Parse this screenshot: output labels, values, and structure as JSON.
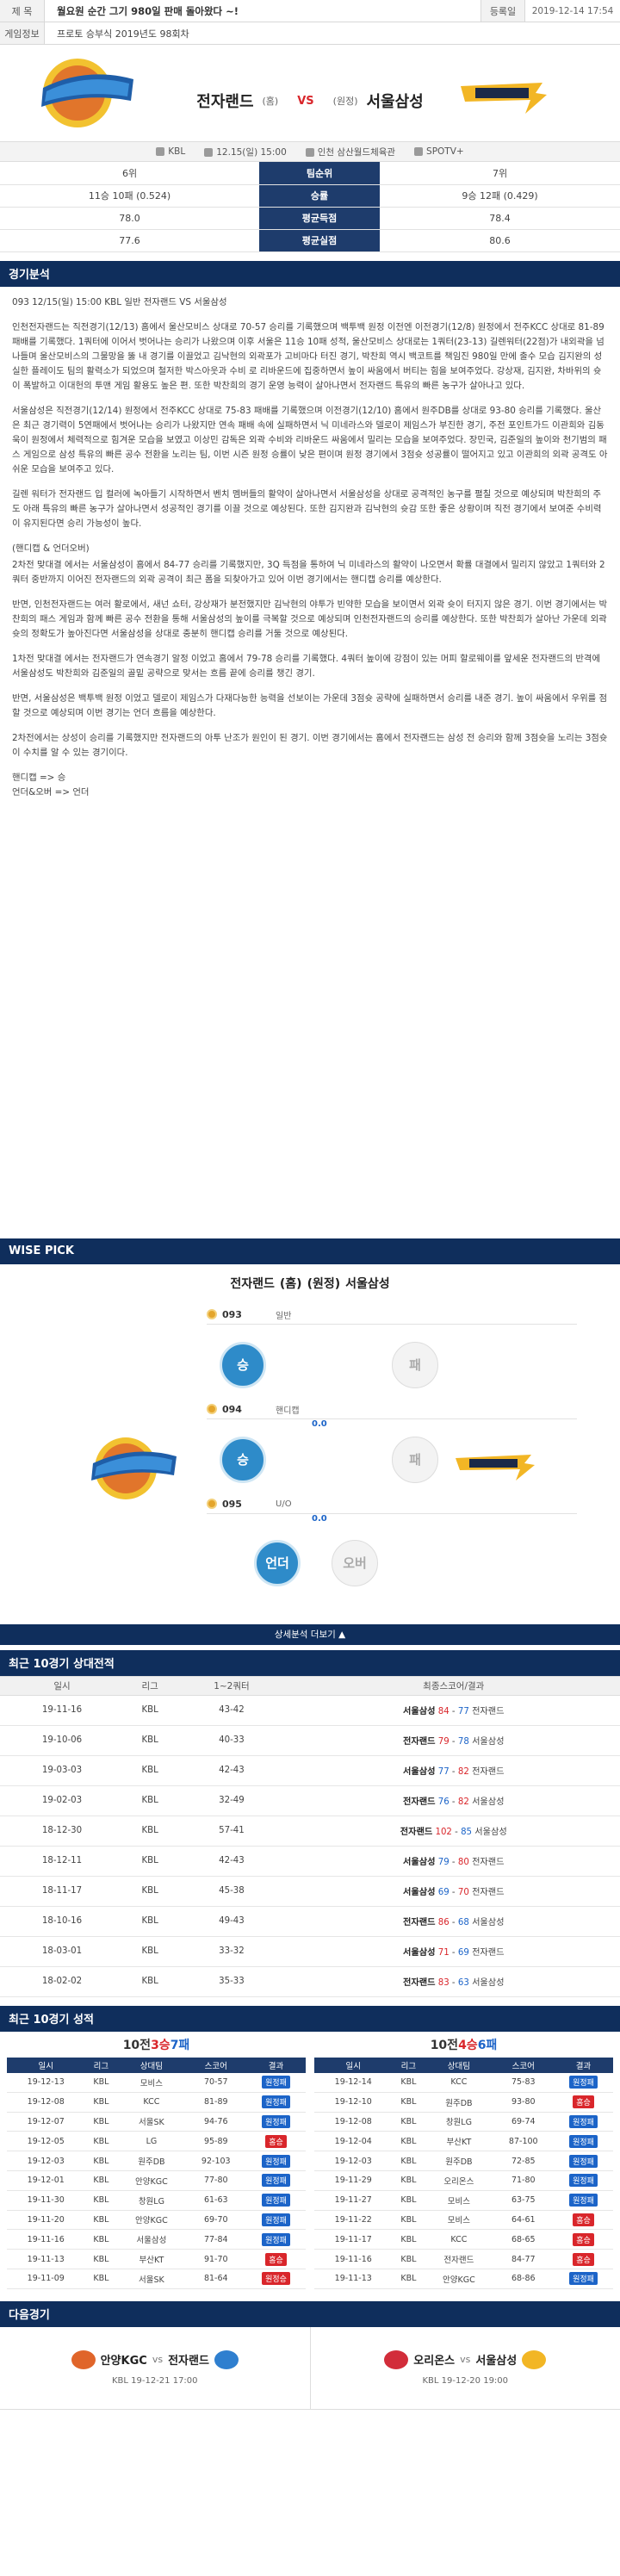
{
  "header": {
    "subject_label": "제 목",
    "subject": "월요원 순간 그기 980일 판매 돌아왔다 ~!",
    "reg_label": "등록일",
    "reg_date": "2019-12-14 17:54",
    "info_label": "게임정보",
    "info": "프로토 승부식 2019년도 98회차"
  },
  "matchup": {
    "home": "전자랜드",
    "home_tag": "(홈)",
    "vs": "VS",
    "away_tag": "(원정)",
    "away": "서울삼성",
    "league": "KBL",
    "datetime": "12.15(일) 15:00",
    "venue": "인천 삼산월드체육관",
    "tv": "SPOTV+"
  },
  "stats": [
    {
      "home": "6위",
      "label": "팀순위",
      "away": "7위"
    },
    {
      "home": "11승 10패 (0.524)",
      "label": "승률",
      "away": "9승 12패 (0.429)"
    },
    {
      "home": "78.0",
      "label": "평균득점",
      "away": "78.4"
    },
    {
      "home": "77.6",
      "label": "평균실점",
      "away": "80.6"
    }
  ],
  "sections": {
    "analysis": "경기분석",
    "wise": "WISE PICK",
    "h2h": "최근 10경기 상대전적",
    "form": "최근 10경기 성적",
    "next": "다음경기"
  },
  "analysis": {
    "title": "093 12/15(일) 15:00 KBL 일반 전자랜드 VS 서울삼성",
    "p1": "인천전자랜드는 직전경기(12/13) 홈에서 울산모비스 상대로 70-57 승리를 기록했으며 백투백 원정 이전엔 이전경기(12/8) 원정에서 전주KCC 상대로 81-89 패배를 기록했다. 1쿼터에 이어서 벗어나는 승리가 나왔으며 이후 서울은 11승 10패 성적, 울산모비스 상대로는 1쿼터(23-13) 길렌워터(22점)가 내외곽을 넘나들며 울산모비스의 그물망을 뚫 내 경기를 이끌었고 김낙현의 외곽포가 고비마다 터진 경기, 박찬희 역시 백코트를 책임진 980일 만에 출수 모습 김지완의 성실한 플레이도 팀의 활력소가 되었으며 철저한 박스아웃과 수비 로 리바운드에 집중하면서 높이 싸움에서 버티는 힘을 보여주었다. 강상재, 김지완, 차바위의 슛이 폭발하고 이대헌의 투맨 게임 활용도 높은 편. 또한 박찬희의 경기 운영 능력이 살아나면서 전자랜드 특유의 빠른 농구가 살아나고 있다.",
    "p2": "서울삼성은 직전경기(12/14) 원정에서 전주KCC 상대로 75-83 패배를 기록했으며 이전경기(12/10) 홈에서 원주DB를 상대로 93-80 승리를 기록했다. 울산은 최근 경기력이 5연패에서 벗어나는 승리가 나왔지만 연속 패배 속에 실패하면서 닉 미네라스와 델로이 제임스가 부진한 경기, 주전 포인트가드 이관희와 김동욱이 원정에서 체력적으로 힘겨운 모습을 보였고 이상민 감독은 외곽 수비와 리바운드 싸움에서 밀리는 모습을 보여주었다. 장민국, 김준일의 높이와 천기범의 패스 게임으로 삼성 특유의 빠른 공수 전환을 노리는 팀, 이번 시즌 원정 승률이 낮은 편이며 원정 경기에서 3점슛 성공률이 떨어지고 있고 이관희의 외곽 공격도 아쉬운 모습을 보여주고 있다.",
    "p3": "길렌 워터가 전자랜드 입 컬러에 녹아들기 시작하면서 벤치 멤버들의 활약이 살아나면서 서울삼성을 상대로 공격적인 농구를 펼칠 것으로 예상되며 박찬희의 주도 아래 특유의 빠른 농구가 살아나면서 성공적인 경기를 이끌 것으로 예상된다. 또한 김지완과 김낙현의 슛감 또한 좋은 상황이며 직전 경기에서 보여준 수비력이 유지된다면 승리 가능성이 높다.",
    "p4": "(핸디캡 & 언더오버)",
    "p5": "2차전 맞대결 에서는 서울삼성이 홈에서 84-77 승리를 기록했지만, 3Q 득점을 통하여 닉 미네라스의 활약이 나오면서 확률 대결에서 밀리지 않았고 1쿼터와 2쿼터 중반까지 이어진 전자랜드의 외곽 공격이 최근 폼을 되찾아가고 있어 이번 경기에서는 핸디캡 승리를 예상한다.",
    "p6": "반면, 인천전자랜드는 여러 활로에서, 새넌 쇼터, 강상재가 분전했지만 김낙현의 야투가 빈약한 모습을 보이면서 외곽 슛이 터지지 않은 경기. 이번 경기에서는 박찬희의 패스 게임과 함께 빠른 공수 전환을 통해 서울삼성의 높이를 극복할 것으로 예상되며 인천전자랜드의 승리를 예상한다. 또한 박찬희가 살아난 가운데 외곽 슛의 정확도가 높아진다면 서울삼성을 상대로 충분히 핸디캡 승리를 거둘 것으로 예상된다.",
    "p7": "1차전 맞대결 에서는 전자랜드가 연속경기 알정 이었고 홈에서 79-78 승리를 기록했다. 4쿼터 높이에 강점이 있는 머피 할로웨이를 앞세운 전자랜드의 반격에 서울삼성도 박찬희와 김준일의 골밑 공략으로 맞서는 흐름 끝에 승리를 챙긴 경기.",
    "p8": "반면, 서울삼성은 백투백 원정 이었고 델로이 제임스가 다재다능한 능력을 선보이는 가운데 3점슛 공략에 실패하면서 승리를 내준 경기. 높이 싸움에서 우위를 점할 것으로 예상되며 이번 경기는 언더 흐름을 예상한다.",
    "p9": "2차전에서는 상성이 승리를 기록했지만 전자랜드의 아투 난조가 원인이 된 경기. 이번 경기에서는 홈에서 전자랜드는 삼성 전 승리와 함께 3점슛을 노리는 3점슛이 수치를 알 수 있는 경기이다.",
    "p10": "핸디캡 => 승",
    "p11": "언더&오버 => 언더"
  },
  "wise": {
    "home": "전자랜드",
    "home_tag": "(홈)",
    "away_tag": "(원정)",
    "away": "서울삼성",
    "picks": [
      {
        "num": "093",
        "type": "일반",
        "val": "",
        "left": "승",
        "right": "패"
      },
      {
        "num": "094",
        "type": "핸디캡",
        "val": "0.0",
        "left": "승",
        "right": "패"
      },
      {
        "num": "095",
        "type": "U/O",
        "val": "0.0",
        "left": "언더",
        "right": "오버"
      }
    ],
    "more": "상세분석 더보기 ▲"
  },
  "h2h": {
    "headers": [
      "일시",
      "리그",
      "1~2쿼터",
      "최종스코어/결과"
    ],
    "rows": [
      {
        "date": "19-11-16",
        "league": "KBL",
        "half": "43-42",
        "home": "서울삼성",
        "hs": "84",
        "as": "77",
        "away": "전자랜드"
      },
      {
        "date": "19-10-06",
        "league": "KBL",
        "half": "40-33",
        "home": "전자랜드",
        "hs": "79",
        "as": "78",
        "away": "서울삼성"
      },
      {
        "date": "19-03-03",
        "league": "KBL",
        "half": "42-43",
        "home": "서울삼성",
        "hs": "77",
        "as": "82",
        "away": "전자랜드"
      },
      {
        "date": "19-02-03",
        "league": "KBL",
        "half": "32-49",
        "home": "전자랜드",
        "hs": "76",
        "as": "82",
        "away": "서울삼성"
      },
      {
        "date": "18-12-30",
        "league": "KBL",
        "half": "57-41",
        "home": "전자랜드",
        "hs": "102",
        "as": "85",
        "away": "서울삼성"
      },
      {
        "date": "18-12-11",
        "league": "KBL",
        "half": "42-43",
        "home": "서울삼성",
        "hs": "79",
        "as": "80",
        "away": "전자랜드"
      },
      {
        "date": "18-11-17",
        "league": "KBL",
        "half": "45-38",
        "home": "서울삼성",
        "hs": "69",
        "as": "70",
        "away": "전자랜드"
      },
      {
        "date": "18-10-16",
        "league": "KBL",
        "half": "49-43",
        "home": "전자랜드",
        "hs": "86",
        "as": "68",
        "away": "서울삼성"
      },
      {
        "date": "18-03-01",
        "league": "KBL",
        "half": "33-32",
        "home": "서울삼성",
        "hs": "71",
        "as": "69",
        "away": "전자랜드"
      },
      {
        "date": "18-02-02",
        "league": "KBL",
        "half": "35-33",
        "home": "전자랜드",
        "hs": "83",
        "as": "63",
        "away": "서울삼성"
      }
    ]
  },
  "form": {
    "headers": [
      "일시",
      "리그",
      "상대팀",
      "스코어",
      "결과"
    ],
    "left": {
      "title_a": "10전 ",
      "title_b": "3승",
      "title_c": " ",
      "title_d": "7패",
      "rows": [
        {
          "date": "19-12-13",
          "league": "KBL",
          "opp": "모비스",
          "score": "70-57",
          "res": "원정패",
          "w": false
        },
        {
          "date": "19-12-08",
          "league": "KBL",
          "opp": "KCC",
          "score": "81-89",
          "res": "원정패",
          "w": false
        },
        {
          "date": "19-12-07",
          "league": "KBL",
          "opp": "서울SK",
          "score": "94-76",
          "res": "원정패",
          "w": false
        },
        {
          "date": "19-12-05",
          "league": "KBL",
          "opp": "LG",
          "score": "95-89",
          "res": "홈승",
          "w": true
        },
        {
          "date": "19-12-03",
          "league": "KBL",
          "opp": "원주DB",
          "score": "92-103",
          "res": "원정패",
          "w": false
        },
        {
          "date": "19-12-01",
          "league": "KBL",
          "opp": "안양KGC",
          "score": "77-80",
          "res": "원정패",
          "w": false
        },
        {
          "date": "19-11-30",
          "league": "KBL",
          "opp": "창원LG",
          "score": "61-63",
          "res": "원정패",
          "w": false
        },
        {
          "date": "19-11-20",
          "league": "KBL",
          "opp": "안양KGC",
          "score": "69-70",
          "res": "원정패",
          "w": false
        },
        {
          "date": "19-11-16",
          "league": "KBL",
          "opp": "서울삼성",
          "score": "77-84",
          "res": "원정패",
          "w": false
        },
        {
          "date": "19-11-13",
          "league": "KBL",
          "opp": "부산KT",
          "score": "91-70",
          "res": "홈승",
          "w": true
        },
        {
          "date": "19-11-09",
          "league": "KBL",
          "opp": "서울SK",
          "score": "81-64",
          "res": "원정승",
          "w": true
        }
      ]
    },
    "right": {
      "title_a": "10전 ",
      "title_b": "4승",
      "title_c": " ",
      "title_d": "6패",
      "rows": [
        {
          "date": "19-12-14",
          "league": "KBL",
          "opp": "KCC",
          "score": "75-83",
          "res": "원정패",
          "w": false
        },
        {
          "date": "19-12-10",
          "league": "KBL",
          "opp": "원주DB",
          "score": "93-80",
          "res": "홈승",
          "w": true
        },
        {
          "date": "19-12-08",
          "league": "KBL",
          "opp": "창원LG",
          "score": "69-74",
          "res": "원정패",
          "w": false
        },
        {
          "date": "19-12-04",
          "league": "KBL",
          "opp": "부산KT",
          "score": "87-100",
          "res": "원정패",
          "w": false
        },
        {
          "date": "19-12-03",
          "league": "KBL",
          "opp": "원주DB",
          "score": "72-85",
          "res": "원정패",
          "w": false
        },
        {
          "date": "19-11-29",
          "league": "KBL",
          "opp": "오리온스",
          "score": "71-80",
          "res": "원정패",
          "w": false
        },
        {
          "date": "19-11-27",
          "league": "KBL",
          "opp": "모비스",
          "score": "63-75",
          "res": "원정패",
          "w": false
        },
        {
          "date": "19-11-22",
          "league": "KBL",
          "opp": "모비스",
          "score": "64-61",
          "res": "홈승",
          "w": true
        },
        {
          "date": "19-11-17",
          "league": "KBL",
          "opp": "KCC",
          "score": "68-65",
          "res": "홈승",
          "w": true
        },
        {
          "date": "19-11-16",
          "league": "KBL",
          "opp": "전자랜드",
          "score": "84-77",
          "res": "홈승",
          "w": true
        },
        {
          "date": "19-11-13",
          "league": "KBL",
          "opp": "안양KGC",
          "score": "68-86",
          "res": "원정패",
          "w": false
        }
      ]
    }
  },
  "next": [
    {
      "home": "안양KGC",
      "vs": "vs",
      "away": "전자랜드",
      "info": "KBL 19-12-21 17:00"
    },
    {
      "home": "오리온스",
      "vs": "vs",
      "away": "서울삼성",
      "info": "KBL 19-12-20 19:00"
    }
  ]
}
